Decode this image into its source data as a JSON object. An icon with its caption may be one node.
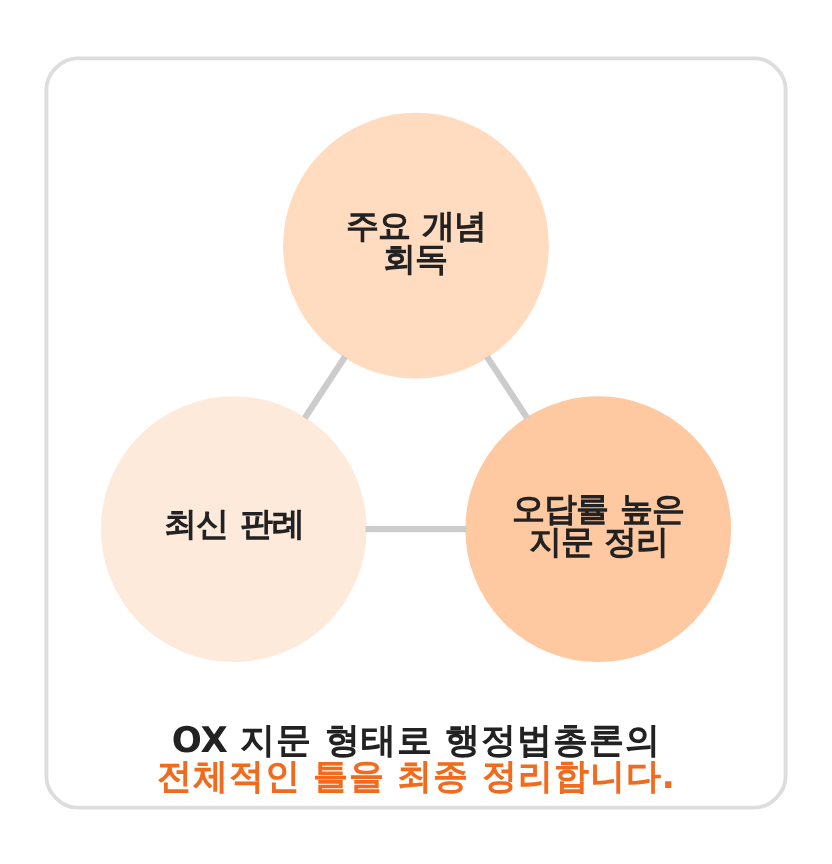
{
  "diagram": {
    "nodes": [
      {
        "text": [
          "OX 지문 형태로 행정법총론의",
          "전체적인 틀을 최종 정리합니다."
        ]
      },
      {
        "text": [
          "주요 개념 회독"
        ],
        "in": 0
      },
      {
        "text": [
          "최신 판례"
        ],
        "in": 0
      },
      {
        "text": [
          "오답률 높은 지문 정리"
        ],
        "in": 0
      }
    ],
    "edges": [
      {
        "from": 1,
        "to": 2,
        "arrow": "none"
      },
      {
        "from": 1,
        "to": 3,
        "arrow": "none"
      },
      {
        "from": 2,
        "to": 3,
        "arrow": "none"
      }
    ]
  }
}
